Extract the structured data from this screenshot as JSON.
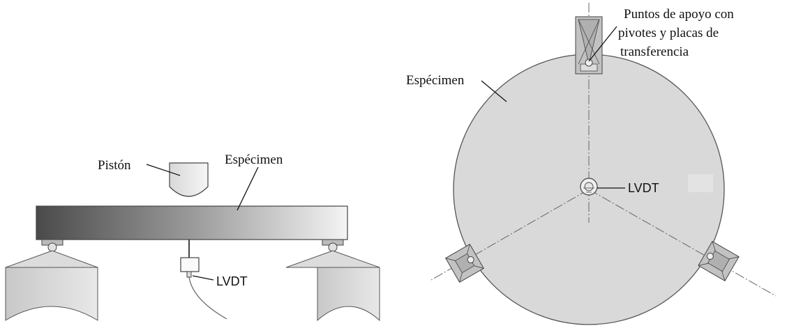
{
  "left_diagram": {
    "piston_label": "Pistón",
    "specimen_label": "Espécimen",
    "lvdt_label": "LVDT"
  },
  "right_diagram": {
    "supports_label_line1": "Puntos de apoyo con",
    "supports_label_line2": "pivotes y placas de",
    "supports_label_line3": "transferencia",
    "specimen_label": "Espécimen",
    "lvdt_label": "LVDT"
  },
  "colors": {
    "specimen_fill": "#d9d9d9",
    "support_fill": "#bdbdbd",
    "outline": "#555555"
  }
}
